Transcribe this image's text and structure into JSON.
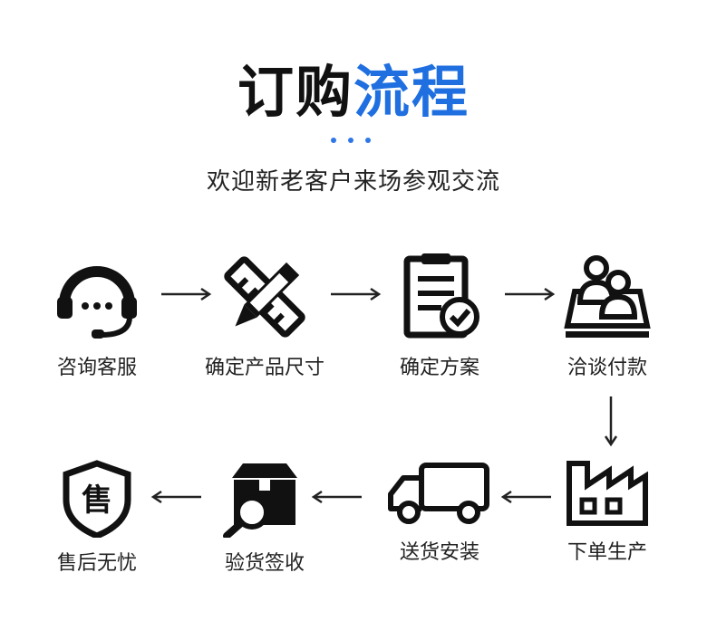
{
  "header": {
    "title_dark": "订购",
    "title_blue": "流程",
    "subtitle": "欢迎新老客户来场参观交流"
  },
  "steps": [
    {
      "label": "咨询客服",
      "icon": "headset-icon"
    },
    {
      "label": "确定产品尺寸",
      "icon": "pencil-ruler-icon"
    },
    {
      "label": "确定方案",
      "icon": "clipboard-check-icon"
    },
    {
      "label": "洽谈付款",
      "icon": "meeting-people-icon"
    },
    {
      "label": "下单生产",
      "icon": "factory-icon"
    },
    {
      "label": "送货安装",
      "icon": "delivery-truck-icon"
    },
    {
      "label": "验货签收",
      "icon": "box-inspect-icon"
    },
    {
      "label": "售后无忧",
      "icon": "shield-service-icon",
      "badge_char": "售"
    }
  ],
  "colors": {
    "accent": "#1f6fe0",
    "icon": "#111111",
    "text": "#222222"
  }
}
